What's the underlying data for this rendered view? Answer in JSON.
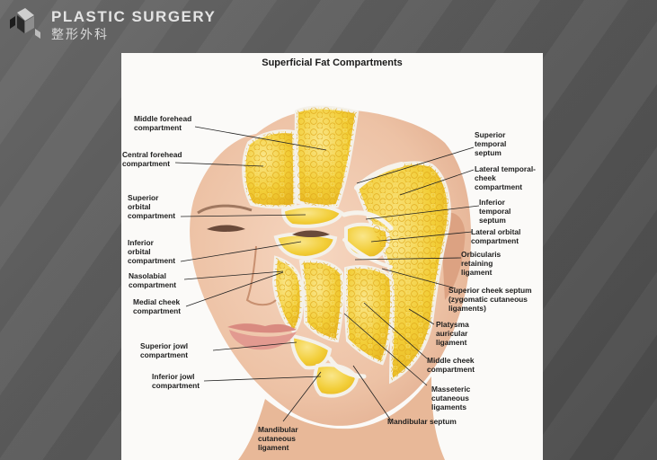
{
  "brand": {
    "name_en": "PLASTIC SURGERY",
    "name_cn": "整形外科"
  },
  "figure": {
    "title": "Superficial Fat Compartments",
    "labels": {
      "middle_forehead": "Middle forehead\ncompartment",
      "central_forehead": "Central forehead\ncompartment",
      "superior_orbital": "Superior\norbital\ncompartment",
      "inferior_orbital": "Inferior\norbital\ncompartment",
      "nasolabial": "Nasolabial\ncompartment",
      "medial_cheek": "Medial cheek\ncompartment",
      "superior_jowl": "Superior jowl\ncompartment",
      "inferior_jowl": "Inferior jowl\ncompartment",
      "mandibular_cutaneous": "Mandibular\ncutaneous\nligament",
      "superior_temporal_septum": "Superior\ntemporal\nseptum",
      "lateral_temporal_cheek": "Lateral temporal-\ncheek\ncompartment",
      "inferior_temporal_septum": "Inferior\ntemporal\nseptum",
      "lateral_orbital": "Lateral orbital\ncompartment",
      "orbicularis_retaining": "Orbicularis\nretaining\nligament",
      "superior_cheek_septum": "Superior cheek septum\n(zygomatic cutaneous\nligaments)",
      "platysma_auricular": "Platysma\nauricular\nligament",
      "middle_cheek": "Middle cheek\ncompartment",
      "masseteric_cutaneous": "Masseteric\ncutaneous\nligaments",
      "mandibular_septum": "Mandibular septum"
    }
  },
  "colors": {
    "fat": "#f2cf3a",
    "fat_highlight": "#f9e583",
    "septum": "#f4f1ea",
    "skin": "#f0c8ae",
    "background": "#5e5e5e"
  }
}
